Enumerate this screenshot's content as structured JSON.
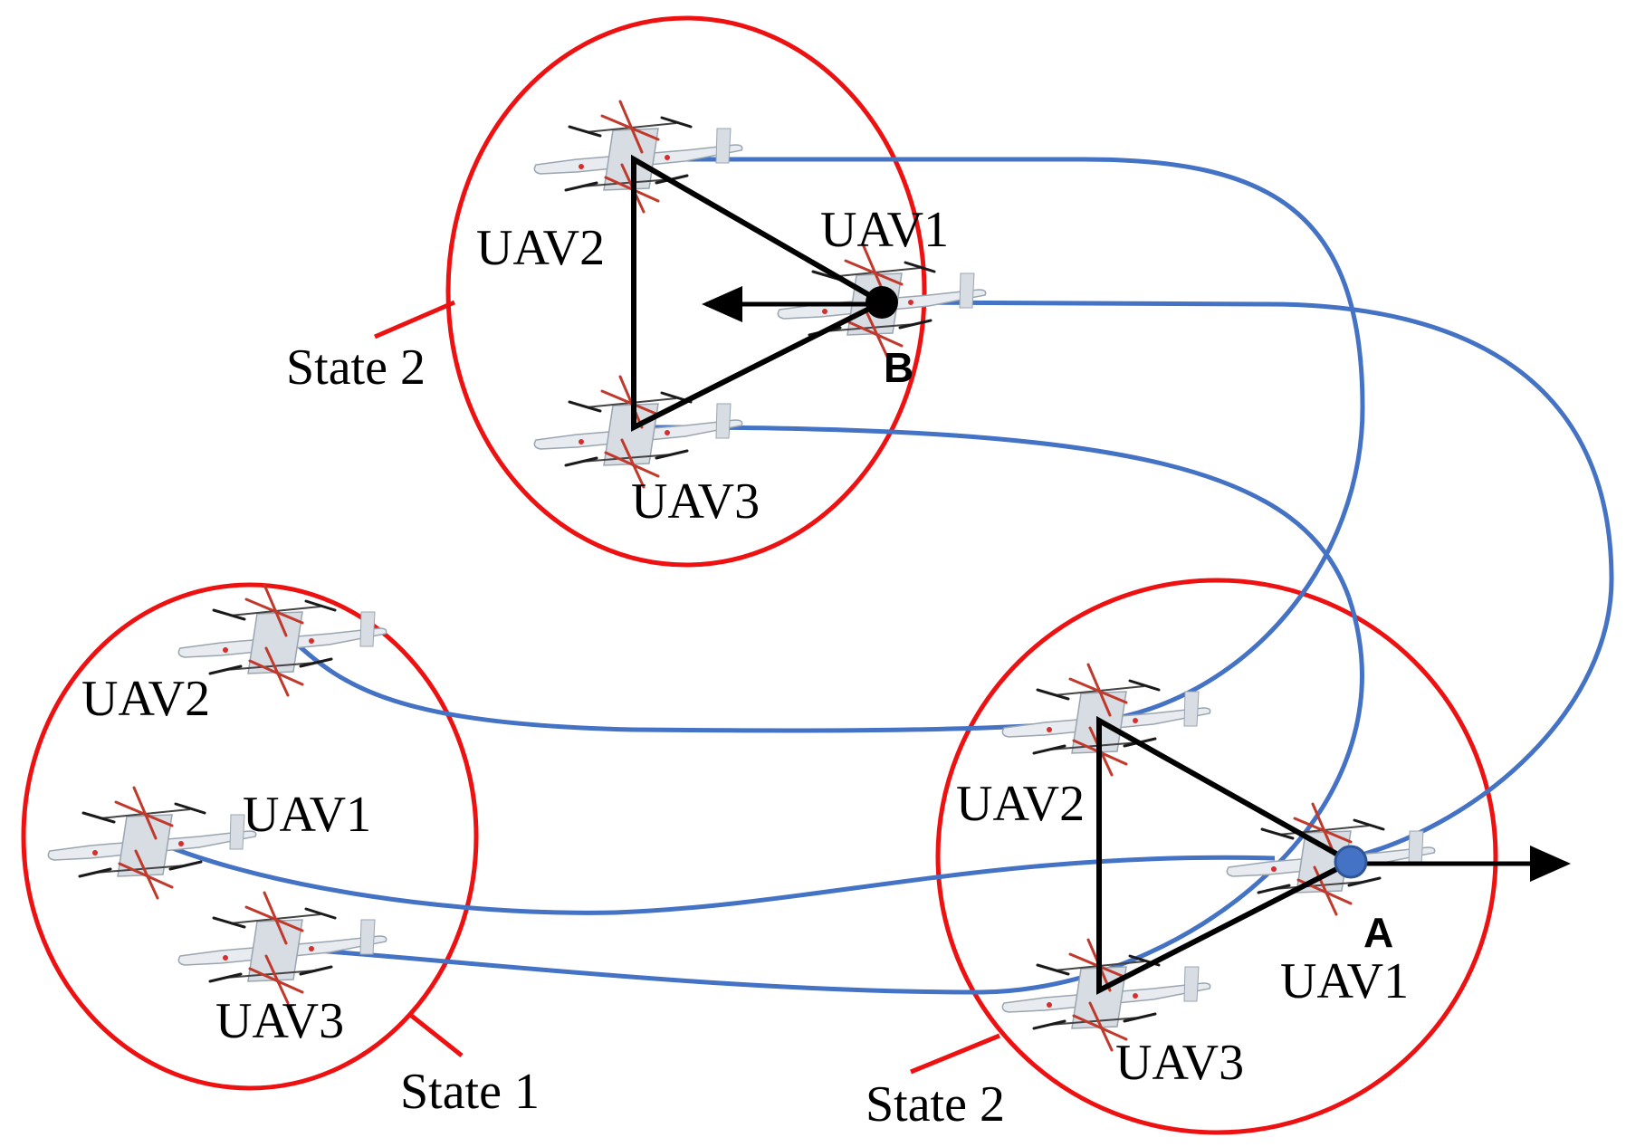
{
  "diagram": {
    "states": {
      "state1": {
        "label": "State 1",
        "uav1": "UAV1",
        "uav2": "UAV2",
        "uav3": "UAV3"
      },
      "state2_top": {
        "label": "State 2",
        "uav1": "UAV1",
        "uav2": "UAV2",
        "uav3": "UAV3",
        "point": "B"
      },
      "state2_bottom": {
        "label": "State 2",
        "uav1": "UAV1",
        "uav2": "UAV2",
        "uav3": "UAV3",
        "point": "A"
      }
    },
    "colors": {
      "circle": "#ee1111",
      "path": "#4472c4",
      "formation": "#000000",
      "point_a": "#4472c4",
      "point_b": "#000000"
    },
    "icons": [
      "uav-icon"
    ]
  }
}
